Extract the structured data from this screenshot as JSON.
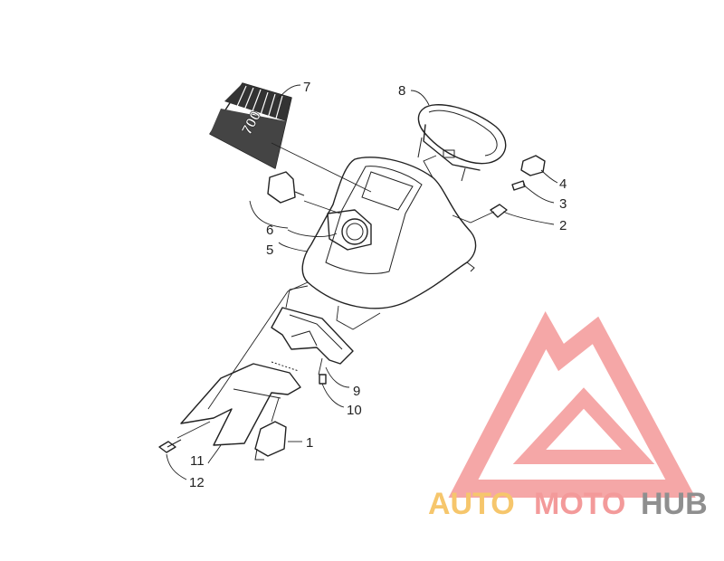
{
  "callouts": {
    "c1": "1",
    "c2": "2",
    "c3": "3",
    "c4": "4",
    "c5": "5",
    "c6": "6",
    "c7": "7",
    "c8": "8",
    "c9": "9",
    "c10": "10",
    "c11": "11",
    "c12": "12"
  },
  "decal": {
    "text": "700"
  },
  "watermark": {
    "part1": "AUTO",
    "part2": "MOTO",
    "part3": "HUB"
  },
  "colors": {
    "line": "#222222",
    "watermark_red": "#f28a8a",
    "watermark_yellow": "#f6c66c",
    "watermark_gray": "#8f8f8f"
  }
}
